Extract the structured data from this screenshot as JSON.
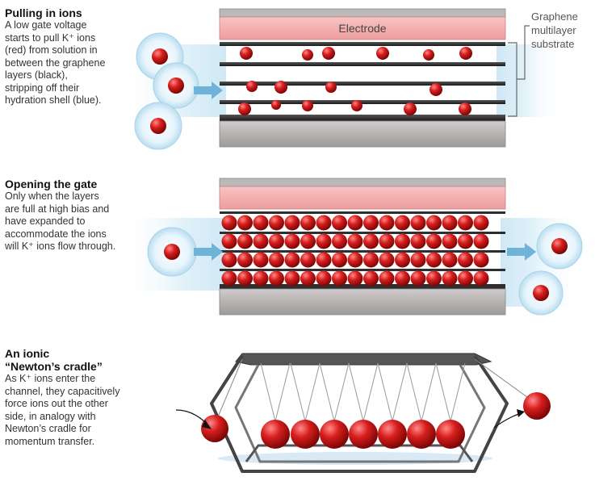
{
  "panels": [
    {
      "heading": [
        "Pulling in ions"
      ],
      "body": [
        "A low gate voltage",
        "starts to pull K⁺ ions",
        "(red) from solution in",
        "between the graphene",
        "layers (black),",
        "stripping off their",
        "hydration shell (blue)."
      ]
    },
    {
      "heading": [
        "Opening the gate"
      ],
      "body": [
        "Only when the layers",
        "are full at high bias and",
        "have expanded to",
        "accommodate the ions",
        "will K⁺ ions flow through."
      ]
    },
    {
      "heading": [
        "An ionic",
        "“Newton’s cradle”"
      ],
      "body": [
        "As K⁺ ions enter the",
        "channel, they capacitively",
        "force ions out the other",
        "side, in analogy with",
        "Newton’s cradle for",
        "momentum transfer."
      ]
    }
  ],
  "labels": {
    "electrode": "Electrode",
    "substrate": [
      "Graphene",
      "multilayer",
      "substrate"
    ]
  },
  "colors": {
    "electrode": "#f4aeae",
    "base": "#b6b2b2",
    "ion": "#d81e1e",
    "hydration": "#cfe9f6",
    "arrow": "#6fb4d8",
    "layer": "#2e2e2e"
  }
}
